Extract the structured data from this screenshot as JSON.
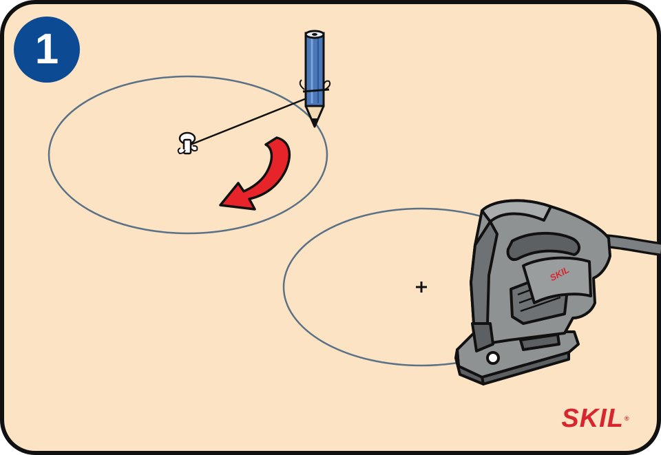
{
  "step": {
    "number": "1"
  },
  "brand": {
    "name": "SKIL",
    "mark": "®"
  },
  "tool": {
    "label": "SKIL"
  },
  "colors": {
    "background": "#fbe3c4",
    "frame": "#111111",
    "badge": "#0d4a94",
    "ellipse": "#5b7186",
    "arrow": "#e8242b",
    "pencil": "#4b78b8",
    "tool_body": "#8f9293",
    "tool_dark": "#5d6062",
    "brand": "#d7262f"
  }
}
